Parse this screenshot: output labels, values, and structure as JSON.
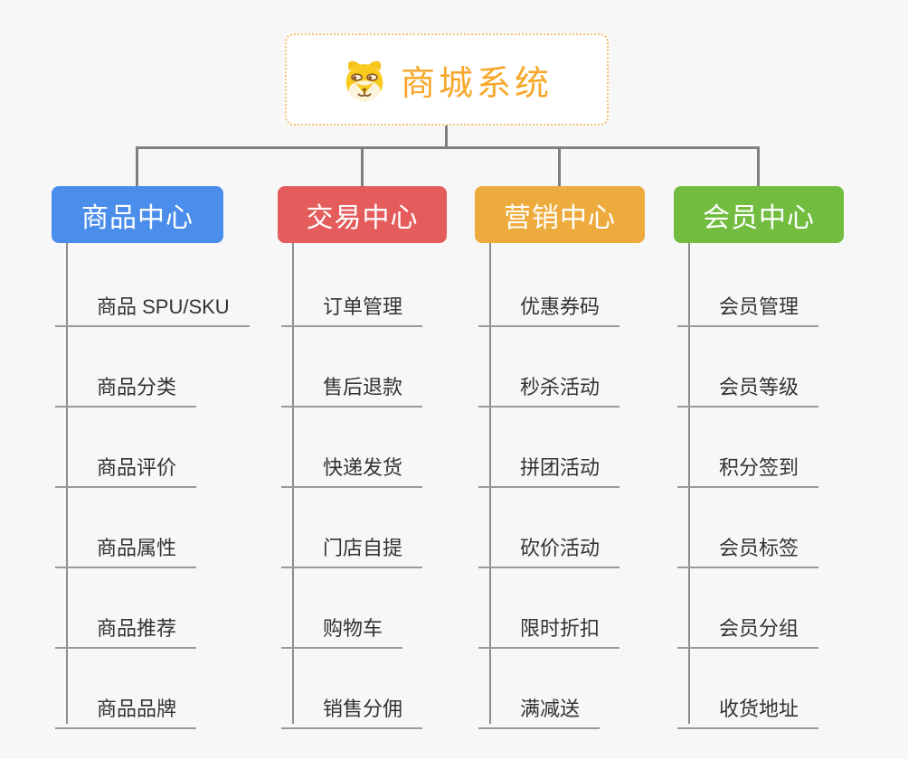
{
  "root": {
    "title": "商城系统",
    "icon": "dog-face-icon",
    "title_color": "#f7a72a",
    "border_color": "#f3c173"
  },
  "branches": [
    {
      "label": "商品中心",
      "color": "#4a8deb",
      "children": [
        "商品 SPU/SKU",
        "商品分类",
        "商品评价",
        "商品属性",
        "商品推荐",
        "商品品牌"
      ]
    },
    {
      "label": "交易中心",
      "color": "#e45c5c",
      "children": [
        "订单管理",
        "售后退款",
        "快递发货",
        "门店自提",
        "购物车",
        "销售分佣"
      ]
    },
    {
      "label": "营销中心",
      "color": "#edab3e",
      "children": [
        "优惠券码",
        "秒杀活动",
        "拼团活动",
        "砍价活动",
        "限时折扣",
        "满减送"
      ]
    },
    {
      "label": "会员中心",
      "color": "#72bd40",
      "children": [
        "会员管理",
        "会员等级",
        "积分签到",
        "会员标签",
        "会员分组",
        "收货地址"
      ]
    }
  ],
  "line_color": "#7f7f7f"
}
